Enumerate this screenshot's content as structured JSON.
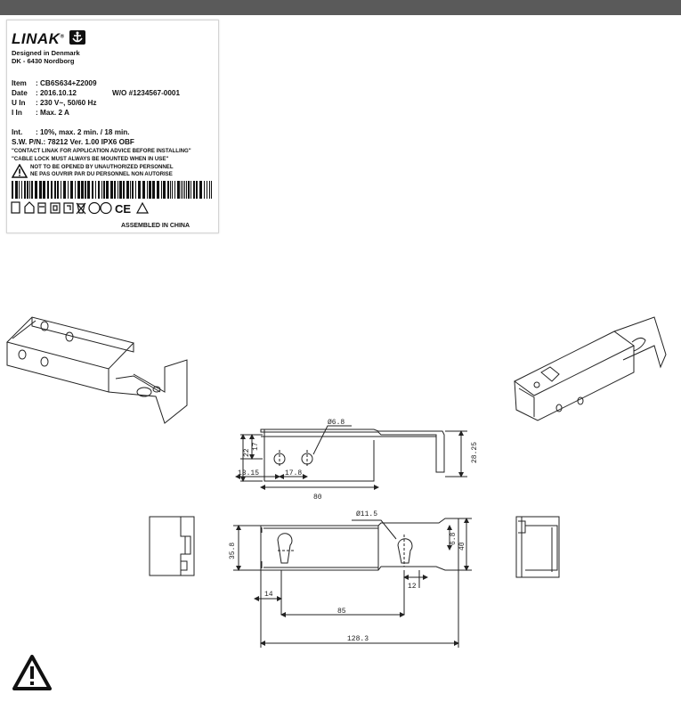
{
  "label": {
    "brand": "LINAK",
    "brand_reg": "®",
    "designed": "Designed in Denmark",
    "address": "DK - 6430 Nordborg",
    "item_key": "Item",
    "item_val": ": CB6S634+Z2009",
    "date_key": "Date",
    "date_val": ": 2016.10.12",
    "wo": "W/O #1234567-0001",
    "uin_key": "U In",
    "uin_val": ": 230 V~, 50/60 Hz",
    "iin_key": "I In",
    "iin_val": ": Max. 2 A",
    "int_key": "Int.",
    "int_val": ": 10%, max. 2 min. / 18 min.",
    "sw": "S.W. P/N.: 78212  Ver. 1.00    IPX6    OBF",
    "contact": "\"CONTACT LINAK FOR APPLICATION ADVICE BEFORE INSTALLING\"",
    "cable": "\"CABLE LOCK MUST ALWAYS BE MOUNTED WHEN IN USE\"",
    "notopen1": "NOT TO BE OPENED BY UNAUTHORIZED PERSONNEL",
    "notopen2": "NE PAS OUVRIR PAR DU PERSONNEL NON AUTORISE",
    "assembled": "ASSEMBLED IN CHINA"
  },
  "dims": {
    "d1": "Ø6.8",
    "d2": "Ø11.5",
    "v22": "22",
    "v17": "17",
    "v2825": "28.25",
    "v1315": "13.15",
    "v178": "17.8",
    "v80": "80",
    "v358": "35.8",
    "v68": "6.8",
    "v40": "40",
    "v14": "14",
    "v12": "12",
    "v85": "85",
    "v1283": "128.3"
  }
}
